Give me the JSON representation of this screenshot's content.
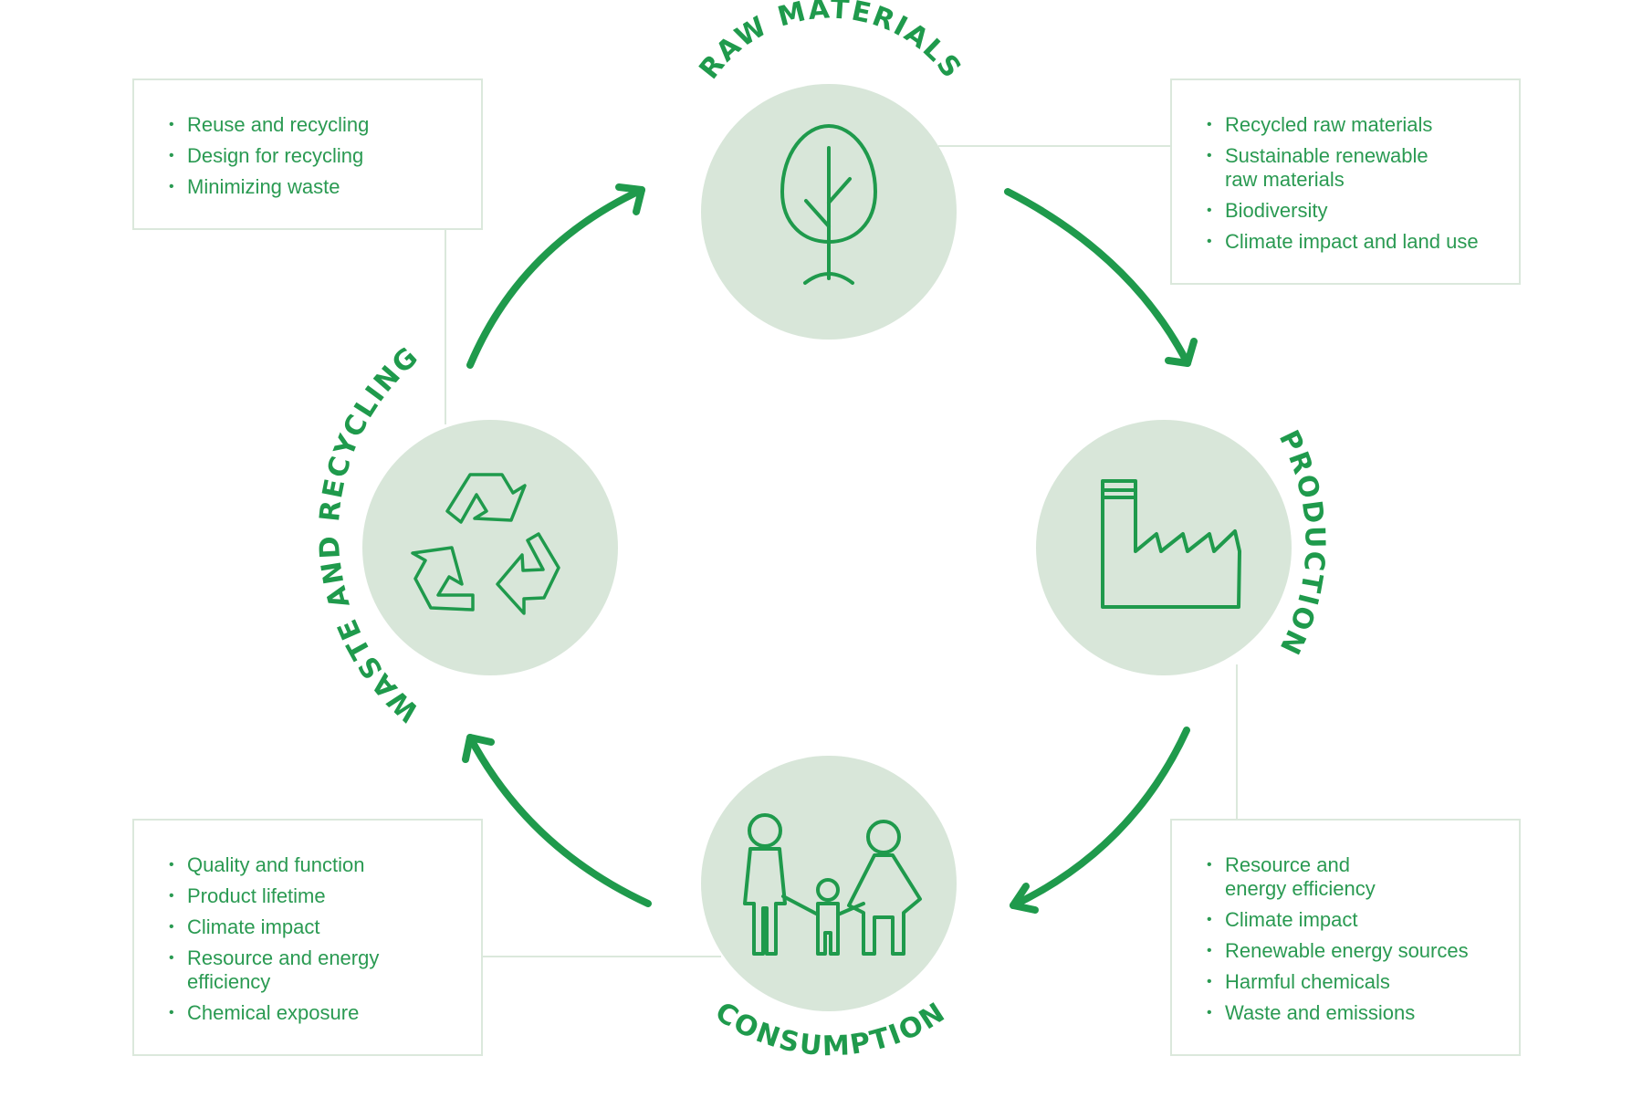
{
  "stages": {
    "raw_materials": {
      "label": "RAW MATERIALS",
      "icon": "tree-icon"
    },
    "production": {
      "label": "PRODUCTION",
      "icon": "factory-icon"
    },
    "consumption": {
      "label": "CONSUMPTION",
      "icon": "family-icon"
    },
    "waste_recycling": {
      "label": "WASTE AND RECYCLING",
      "icon": "recycle-icon"
    }
  },
  "boxes": {
    "recycling_to_raw": {
      "items": [
        "Reuse and recycling",
        "Design for recycling",
        "Minimizing waste"
      ]
    },
    "raw_to_production": {
      "items": [
        "Recycled raw materials",
        "Sustainable renewable\nraw materials",
        "Biodiversity",
        "Climate impact and land use"
      ]
    },
    "consumption": {
      "items": [
        "Quality and function",
        "Product lifetime",
        "Climate impact",
        "Resource and energy\nefficiency",
        "Chemical exposure"
      ]
    },
    "production_to_consumption": {
      "items": [
        "Resource and\nenergy efficiency",
        "Climate impact",
        "Renewable energy sources",
        "Harmful chemicals",
        "Waste and emissions"
      ]
    }
  },
  "colors": {
    "accent": "#1f9a4c",
    "circle_fill": "#d8e6d9",
    "box_border": "#dbe8dc",
    "icon_stroke": "#1f9a4c"
  }
}
